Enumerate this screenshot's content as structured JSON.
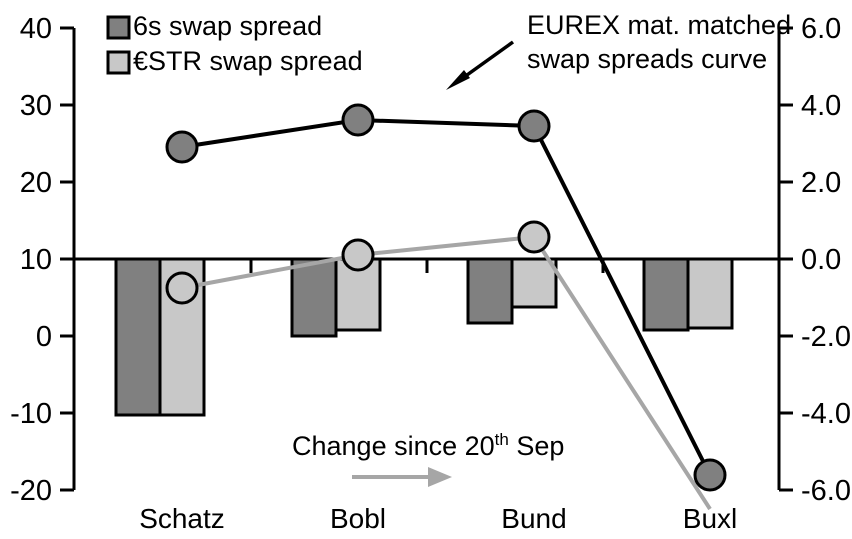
{
  "chart_data": {
    "type": "bar",
    "title": "",
    "xlabel": "",
    "categories": [
      "Schatz",
      "Bobl",
      "Bund",
      "Buxl"
    ],
    "grid": false,
    "legend_position": "top-left",
    "left_axis": {
      "label": "",
      "ticks": [
        "40",
        "30",
        "20",
        "10",
        "0",
        "-10",
        "-20"
      ],
      "tick_values": [
        40,
        30,
        20,
        10,
        0,
        -10,
        -20
      ],
      "ylim": [
        -20,
        40
      ],
      "zero_reference": 10
    },
    "right_axis": {
      "label": "",
      "ticks": [
        "6.0",
        "4.0",
        "2.0",
        "0.0",
        "-2.0",
        "-4.0",
        "-6.0"
      ],
      "tick_values": [
        6.0,
        4.0,
        2.0,
        0.0,
        -2.0,
        -4.0,
        -6.0
      ],
      "ylim": [
        -6.0,
        6.0
      ],
      "zero_reference": 0.0
    },
    "bar_series": [
      {
        "name": "6s swap spread",
        "axis": "right",
        "color": "#808080",
        "values": [
          -4.05,
          -2.0,
          -1.65,
          -1.85
        ]
      },
      {
        "name": "€STR swap spread",
        "axis": "right",
        "color": "#c8c8c8",
        "values": [
          -4.05,
          -1.85,
          -1.25,
          -1.8
        ]
      }
    ],
    "line_series": [
      {
        "name": "EUREX mat. matched swap spreads curve",
        "axis": "left",
        "color": "#000000",
        "marker_fill": "#808080",
        "values": [
          24.5,
          28.0,
          27.3,
          -18.0
        ]
      },
      {
        "name": "Change since 20th Sep",
        "axis": "left",
        "color": "#a6a6a6",
        "marker_fill": "#c8c8c8",
        "values": [
          6.2,
          10.5,
          12.8,
          -22.5
        ]
      }
    ]
  },
  "legend": {
    "items": [
      {
        "label": "6s swap spread",
        "color": "#808080"
      },
      {
        "label": "€STR swap spread",
        "color": "#c8c8c8"
      }
    ]
  },
  "annotations": {
    "eurex": {
      "line1": "EUREX mat. matched",
      "line2": "swap spreads curve"
    },
    "change": {
      "prefix": "Change since 20",
      "sup": "th",
      "suffix": " Sep"
    }
  },
  "colors": {
    "dark_gray": "#808080",
    "light_gray": "#c8c8c8",
    "line_gray": "#a6a6a6",
    "black": "#000000",
    "background": "#ffffff"
  }
}
